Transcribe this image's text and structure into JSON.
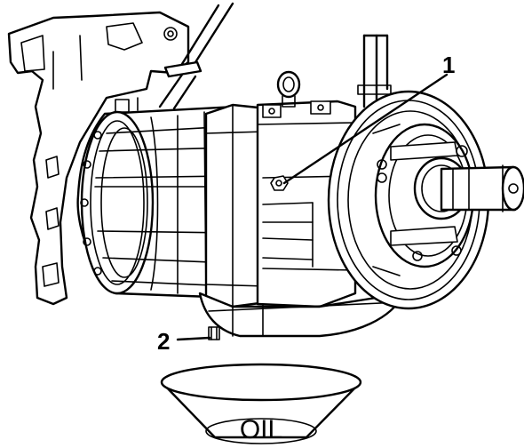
{
  "callouts": [
    {
      "number": "1",
      "target": "oil-fill-plug"
    },
    {
      "number": "2",
      "target": "oil-drain-plug"
    }
  ],
  "bowl": {
    "label": "OIL"
  },
  "colors": {
    "line": "#000000",
    "background": "#ffffff"
  }
}
